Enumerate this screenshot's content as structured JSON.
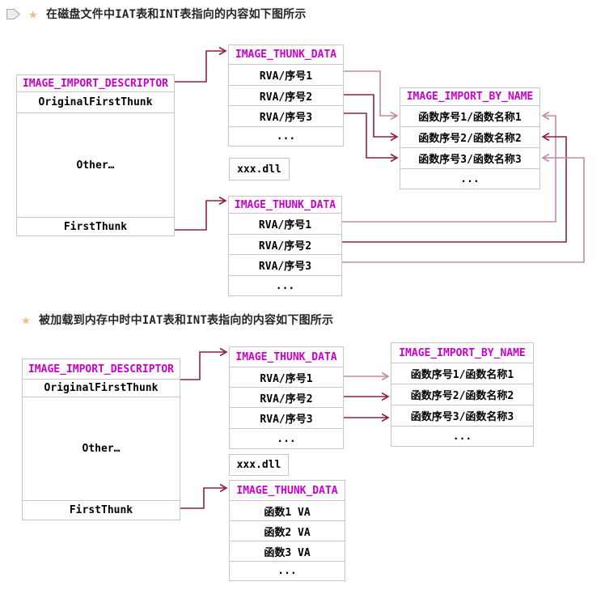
{
  "colors": {
    "header_text": "#cc00cc",
    "box_border": "#c6c6c6",
    "line_dark": "#8e2045",
    "line_light": "#c489a7",
    "star": "#e9c17c",
    "marker_fill": "#ededed",
    "marker_stroke": "#a9a9a9",
    "heading_text": "#262626"
  },
  "icons": {
    "star_glyph": "★"
  },
  "headings": {
    "disk": "在磁盘文件中IAT表和INT表指向的内容如下图所示",
    "memory": "被加载到内存中时中IAT表和INT表指向的内容如下图所示"
  },
  "disk": {
    "import_descriptor": {
      "title": "IMAGE_IMPORT_DESCRIPTOR",
      "rows": [
        "OriginalFirstThunk",
        "Other…",
        "FirstThunk"
      ]
    },
    "int_table": {
      "title": "IMAGE_THUNK_DATA",
      "rows": [
        "RVA/序号1",
        "RVA/序号2",
        "RVA/序号3",
        "..."
      ]
    },
    "dll_label": "xxx.dll",
    "import_by_name": {
      "title": "IMAGE_IMPORT_BY_NAME",
      "rows": [
        "函数序号1/函数名称1",
        "函数序号2/函数名称2",
        "函数序号3/函数名称3",
        "..."
      ]
    },
    "iat_table": {
      "title": "IMAGE_THUNK_DATA",
      "rows": [
        "RVA/序号1",
        "RVA/序号2",
        "RVA/序号3",
        "..."
      ]
    }
  },
  "memory": {
    "import_descriptor": {
      "title": "IMAGE_IMPORT_DESCRIPTOR",
      "rows": [
        "OriginalFirstThunk",
        "Other…",
        "FirstThunk"
      ]
    },
    "int_table": {
      "title": "IMAGE_THUNK_DATA",
      "rows": [
        "RVA/序号1",
        "RVA/序号2",
        "RVA/序号3",
        "..."
      ]
    },
    "dll_label": "xxx.dll",
    "import_by_name": {
      "title": "IMAGE_IMPORT_BY_NAME",
      "rows": [
        "函数序号1/函数名称1",
        "函数序号2/函数名称2",
        "函数序号3/函数名称3",
        "..."
      ]
    },
    "iat_table": {
      "title": "IMAGE_THUNK_DATA",
      "rows": [
        "函数1 VA",
        "函数2 VA",
        "函数3 VA",
        "..."
      ]
    }
  }
}
